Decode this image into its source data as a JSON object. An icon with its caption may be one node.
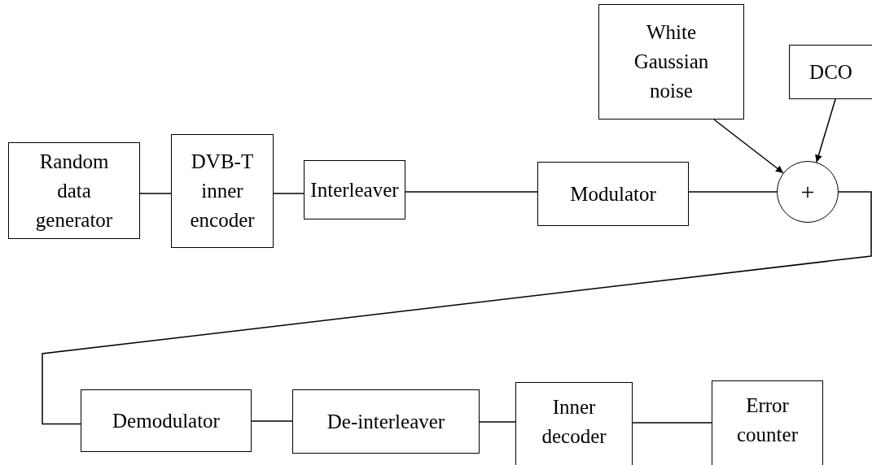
{
  "diagram": {
    "nodes": [
      {
        "text": [
          "Random data generator"
        ]
      },
      {
        "text": [
          "DVB-T inner encoder"
        ]
      },
      {
        "text": [
          "Interleaver"
        ]
      },
      {
        "text": [
          "Modulator"
        ]
      },
      {
        "text": [
          "White Gaussian noise"
        ]
      },
      {
        "text": [
          "DCO"
        ]
      },
      {
        "text": [
          "+"
        ]
      },
      {
        "text": [
          "Demodulator"
        ]
      },
      {
        "text": [
          "De-interleaver"
        ]
      },
      {
        "text": [
          "Inner decoder"
        ]
      },
      {
        "text": [
          "Error counter"
        ]
      }
    ],
    "edges": [
      {
        "from": 0,
        "to": 1,
        "arrow": "none"
      },
      {
        "from": 1,
        "to": 2,
        "arrow": "none"
      },
      {
        "from": 2,
        "to": 3,
        "arrow": "none"
      },
      {
        "from": 3,
        "to": 6,
        "arrow": "none"
      },
      {
        "from": 4,
        "to": 6,
        "arrow": "to"
      },
      {
        "from": 5,
        "to": 6,
        "arrow": "to"
      },
      {
        "from": 6,
        "to": 7,
        "arrow": "none"
      },
      {
        "from": 7,
        "to": 8,
        "arrow": "none"
      },
      {
        "from": 8,
        "to": 9,
        "arrow": "none"
      },
      {
        "from": 9,
        "to": 10,
        "arrow": "none"
      }
    ]
  }
}
